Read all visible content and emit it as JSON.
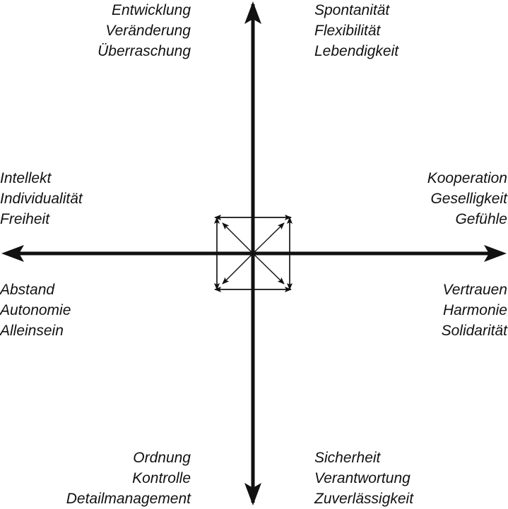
{
  "groups": {
    "top_left": [
      "Entwicklung",
      "Veränderung",
      "Überraschung"
    ],
    "top_right": [
      "Spontanität",
      "Flexibilität",
      "Lebendigkeit"
    ],
    "left_upper": [
      "Intellekt",
      "Individualität",
      "Freiheit"
    ],
    "right_upper": [
      "Kooperation",
      "Geselligkeit",
      "Gefühle"
    ],
    "left_lower": [
      "Abstand",
      "Autonomie",
      "Alleinsein"
    ],
    "right_lower": [
      "Vertrauen",
      "Harmonie",
      "Solidarität"
    ],
    "bottom_left": [
      "Ordnung",
      "Kontrolle",
      "Detailmanagement"
    ],
    "bottom_right": [
      "Sicherheit",
      "Verantwortung",
      "Zuverlässigkeit"
    ]
  },
  "colors": {
    "stroke": "#111111",
    "background": "#ffffff"
  }
}
